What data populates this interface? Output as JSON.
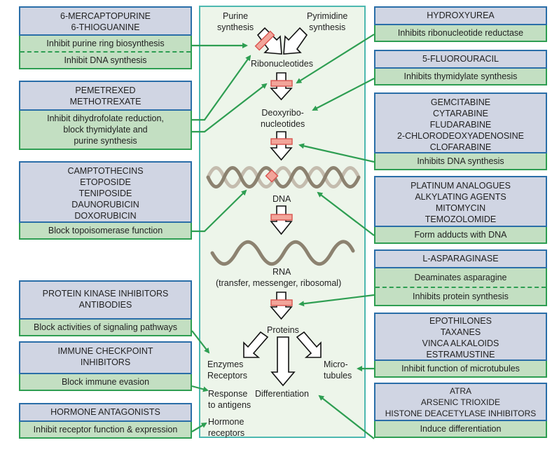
{
  "pathway": {
    "purine_synthesis": "Purine\nsynthesis",
    "pyrimidine_synthesis": "Pyrimidine\nsynthesis",
    "ribonucleotides": "Ribonucleotides",
    "deoxyribonucleotides_1": "Deoxyribo-",
    "deoxyribonucleotides_2": "nucleotides",
    "dna": "DNA",
    "rna": "RNA",
    "rna_types": "(transfer, messenger, ribosomal)",
    "proteins": "Proteins",
    "enzymes": "Enzymes",
    "receptors": "Receptors",
    "microtubules_1": "Micro-",
    "microtubules_2": "tubules",
    "response_1": "Response",
    "response_2": "to antigens",
    "differentiation": "Differentiation",
    "hormone_1": "Hormone",
    "hormone_2": "receptors"
  },
  "left_boxes": [
    {
      "drugs": [
        "6-MERCAPTOPURINE",
        "6-THIOGUANINE"
      ],
      "effects": [
        "Inhibit purine ring biosynthesis",
        "Inhibit DNA synthesis"
      ]
    },
    {
      "drugs": [
        "PEMETREXED",
        "METHOTREXATE"
      ],
      "effects": [
        "Inhibit dihydrofolate reduction,\nblock thymidylate and\npurine synthesis"
      ]
    },
    {
      "drugs": [
        "CAMPTOTHECINS",
        "ETOPOSIDE",
        "TENIPOSIDE",
        "DAUNORUBICIN",
        "DOXORUBICIN"
      ],
      "effects": [
        "Block topoisomerase function"
      ]
    },
    {
      "drugs": [
        "PROTEIN KINASE INHIBITORS",
        "ANTIBODIES"
      ],
      "effects": [
        "Block activities of signaling pathways"
      ]
    },
    {
      "drugs": [
        "IMMUNE CHECKPOINT",
        "INHIBITORS"
      ],
      "effects": [
        "Block immune evasion"
      ]
    },
    {
      "drugs": [
        "HORMONE ANTAGONISTS"
      ],
      "effects": [
        "Inhibit receptor function & expression"
      ]
    }
  ],
  "right_boxes": [
    {
      "drugs": [
        "HYDROXYUREA"
      ],
      "effects": [
        "Inhibits ribonucleotide reductase"
      ]
    },
    {
      "drugs": [
        "5-FLUOROURACIL"
      ],
      "effects": [
        "Inhibits thymidylate synthesis"
      ]
    },
    {
      "drugs": [
        "GEMCITABINE",
        "CYTARABINE",
        "FLUDARABINE",
        "2-CHLORODEOXYADENOSINE",
        "CLOFARABINE"
      ],
      "effects": [
        "Inhibits DNA synthesis"
      ]
    },
    {
      "drugs": [
        "PLATINUM ANALOGUES",
        "ALKYLATING AGENTS",
        "MITOMYCIN",
        "TEMOZOLOMIDE"
      ],
      "effects": [
        "Form adducts with DNA"
      ]
    },
    {
      "drugs": [
        "L-ASPARAGINASE"
      ],
      "effects": [
        "Deaminates asparagine",
        "Inhibits protein synthesis"
      ]
    },
    {
      "drugs": [
        "EPOTHILONES",
        "TAXANES",
        "VINCA ALKALOIDS",
        "ESTRAMUSTINE"
      ],
      "effects": [
        "Inhibit function of microtubules"
      ]
    },
    {
      "drugs": [
        "ATRA",
        "ARSENIC TRIOXIDE",
        "HISTONE DEACETYLASE INHIBITORS"
      ],
      "effects": [
        "Induce differentiation"
      ]
    }
  ],
  "colors": {
    "drug_fill": "#d0d5e3",
    "drug_border": "#2a6ea8",
    "effect_fill": "#c3dfc2",
    "effect_border": "#2e9e52",
    "panel_fill": "#edf5ea",
    "panel_border": "#4db8b0",
    "block_bar": "#f2a59a",
    "block_bar_border": "#d9534f",
    "helix": "#8c8270"
  }
}
